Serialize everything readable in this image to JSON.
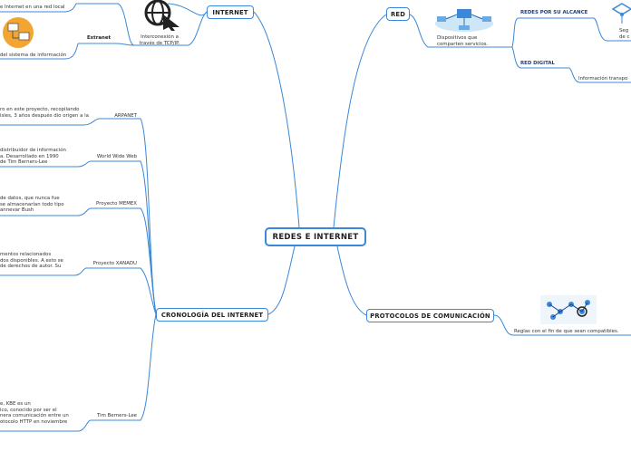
{
  "central": {
    "title": "REDES E INTERNET"
  },
  "internet": {
    "title": "INTERNET",
    "desc": "Interconexión a través de TCP/IP.",
    "extranet_label": "Extranet",
    "frag_top": "e Internet en una red local",
    "frag_extranet": "del sistema de información"
  },
  "red": {
    "title": "RED",
    "desc": "Dispositivos que comparten servicios.",
    "alcance_label": "REDES POR SU ALCANCE",
    "alcance_frag": "Seg de c",
    "digital_label": "RED DIGITAL",
    "digital_frag": "Información transpo"
  },
  "protocolos": {
    "title": "PROTOCOLOS DE COMUNICACIÓN",
    "desc": "Reglas con el fin de que sean compatibles."
  },
  "cronologia": {
    "title": "CRONOLOGÍA DEL INTERNET",
    "items": [
      {
        "label": "ARPANET",
        "text": "ro en este proyecto, recopilando\nisles, 3 años después dio origen a la"
      },
      {
        "label": "World Wide Web",
        "text": "distribuidor de información\na. Desarrollado en 1990\nde Tim Berners-Lee"
      },
      {
        "label": "Proyecto MEMEX",
        "text": "de datos, que nunca fue\nse almacenarían todo tipo\nannevar Bush"
      },
      {
        "label": "Proyecto XANADU",
        "text": "mentos relacionados\ndos disponibles. A esto se\nde derechos de autor. Su"
      },
      {
        "label": "Tim Berners-Lee",
        "text": "e, KBE es un\nico, conocido por ser el\nnera comunicación entre un\notocolo HTTP en noviembre"
      }
    ]
  },
  "colors": {
    "line": "#3b88d8",
    "accent": "#3b88d8"
  }
}
